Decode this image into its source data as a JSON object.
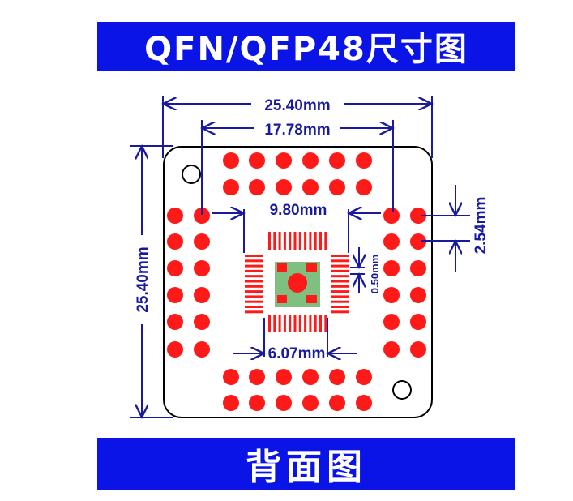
{
  "header": {
    "title": "QFN/QFP48尺寸图"
  },
  "footer": {
    "title": "背面图"
  },
  "dimensions": {
    "outer_width": "25.40mm",
    "outer_height": "25.40mm",
    "pin_span": "17.78mm",
    "chip_span": "9.80mm",
    "pin_pitch": "2.54mm",
    "pad_pitch": "0.50mm",
    "pad_span": "6.07mm"
  },
  "colors": {
    "banner": "#0a14e6",
    "dimension": "#1a1aa0",
    "pad": "#ff1a1a",
    "center_pad": "#7fbf7f",
    "board_outline": "#000000"
  }
}
